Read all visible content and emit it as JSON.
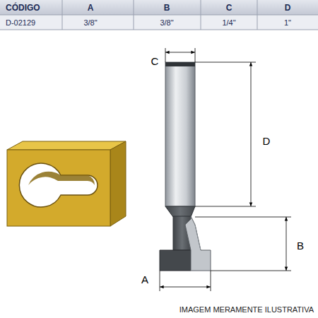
{
  "diagram": {
    "labels": [
      "CÓDIGO",
      "A",
      "B",
      "C",
      "D",
      "D-02129",
      "3/8\"",
      "3/8\"",
      "1/4\"",
      "1\"",
      "C",
      "D",
      "B",
      "A",
      "IMAGEM MERAMENTE ILUSTRATIVA"
    ]
  }
}
